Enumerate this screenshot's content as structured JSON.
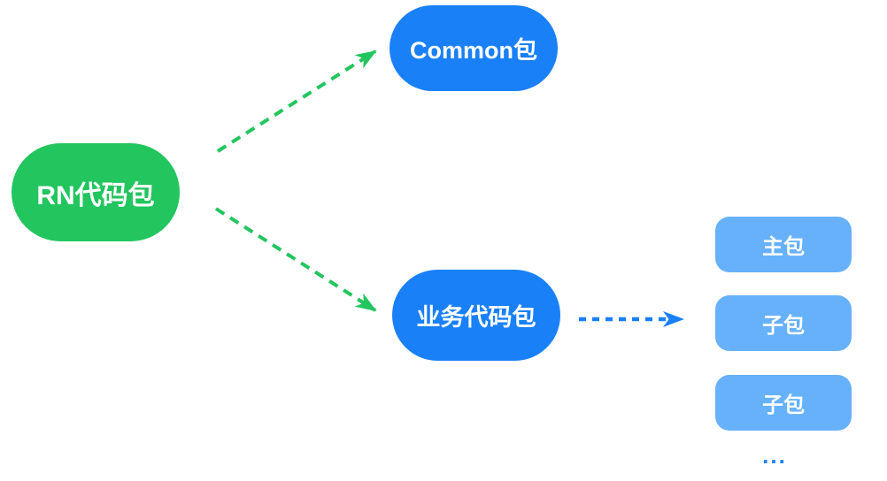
{
  "colors": {
    "green": "#22C55E",
    "blue": "#1A80F8",
    "lightblue": "#66B1FA",
    "nodetext": "#FFFFFF",
    "bg": "#FFFFFF"
  },
  "nodes": {
    "root": {
      "label": "RN代码包"
    },
    "common": {
      "label": "Common包"
    },
    "business": {
      "label": "业务代码包"
    },
    "packages": [
      {
        "label": "主包"
      },
      {
        "label": "子包"
      },
      {
        "label": "子包"
      }
    ],
    "more": "..."
  },
  "edges": [
    {
      "name": "rn-to-common",
      "style": "dashed",
      "color": "green"
    },
    {
      "name": "rn-to-business",
      "style": "dashed",
      "color": "green"
    },
    {
      "name": "business-to-packages",
      "style": "dashed",
      "color": "blue"
    }
  ]
}
